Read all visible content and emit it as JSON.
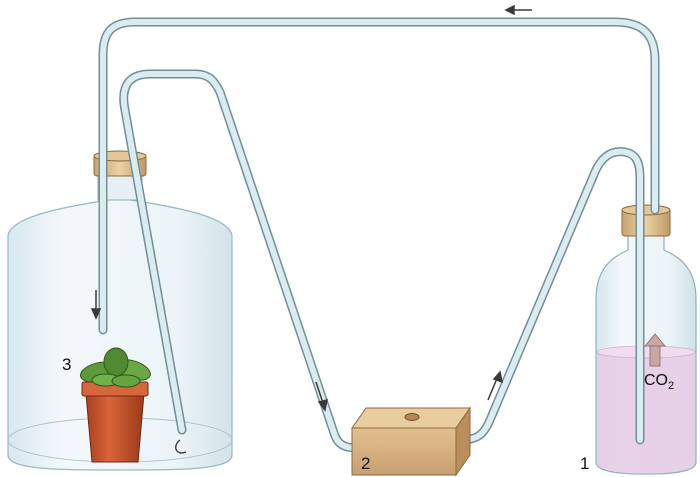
{
  "labels": {
    "plant_jar": "3",
    "pump_box": "2",
    "source_bottle": "1"
  },
  "gas": {
    "main": "CO",
    "sub": "2"
  },
  "colors": {
    "tube": "#cfe3ea",
    "tube_edge": "#6f8f99",
    "glass": "#e8f2f6",
    "stopper": "#d9b98a",
    "box": "#d8b07e",
    "liquid": "#e7cde6",
    "pot": "#c9572e",
    "leaf": "#5e9a3c",
    "arrow": "#3a3a3a",
    "co2_arrow": "#c9a7a4"
  }
}
